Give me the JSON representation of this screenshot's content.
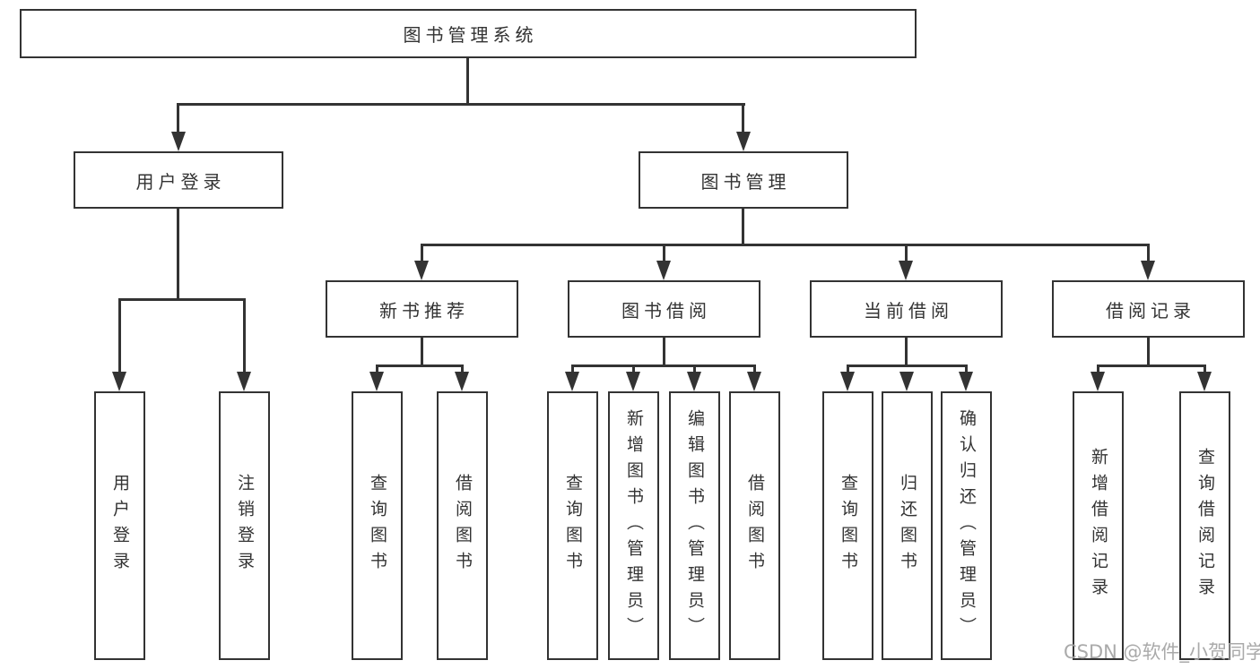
{
  "tree": {
    "root": {
      "label": "图书管理系统"
    },
    "branches": [
      {
        "label": "用户登录",
        "children": [
          {
            "label": "用户登录"
          },
          {
            "label": "注销登录"
          }
        ]
      },
      {
        "label": "图书管理",
        "children": [
          {
            "label": "新书推荐",
            "children": [
              {
                "label": "查询图书"
              },
              {
                "label": "借阅图书"
              }
            ]
          },
          {
            "label": "图书借阅",
            "children": [
              {
                "label": "查询图书"
              },
              {
                "label": "新增图书（管理员）"
              },
              {
                "label": "编辑图书（管理员）"
              },
              {
                "label": "借阅图书"
              }
            ]
          },
          {
            "label": "当前借阅",
            "children": [
              {
                "label": "查询图书"
              },
              {
                "label": "归还图书"
              },
              {
                "label": "确认归还（管理员）"
              }
            ]
          },
          {
            "label": "借阅记录",
            "children": [
              {
                "label": "新增借阅记录"
              },
              {
                "label": "查询借阅记录"
              }
            ]
          }
        ]
      }
    ]
  },
  "watermark": {
    "text": "CSDN @软件_小贺同学"
  }
}
